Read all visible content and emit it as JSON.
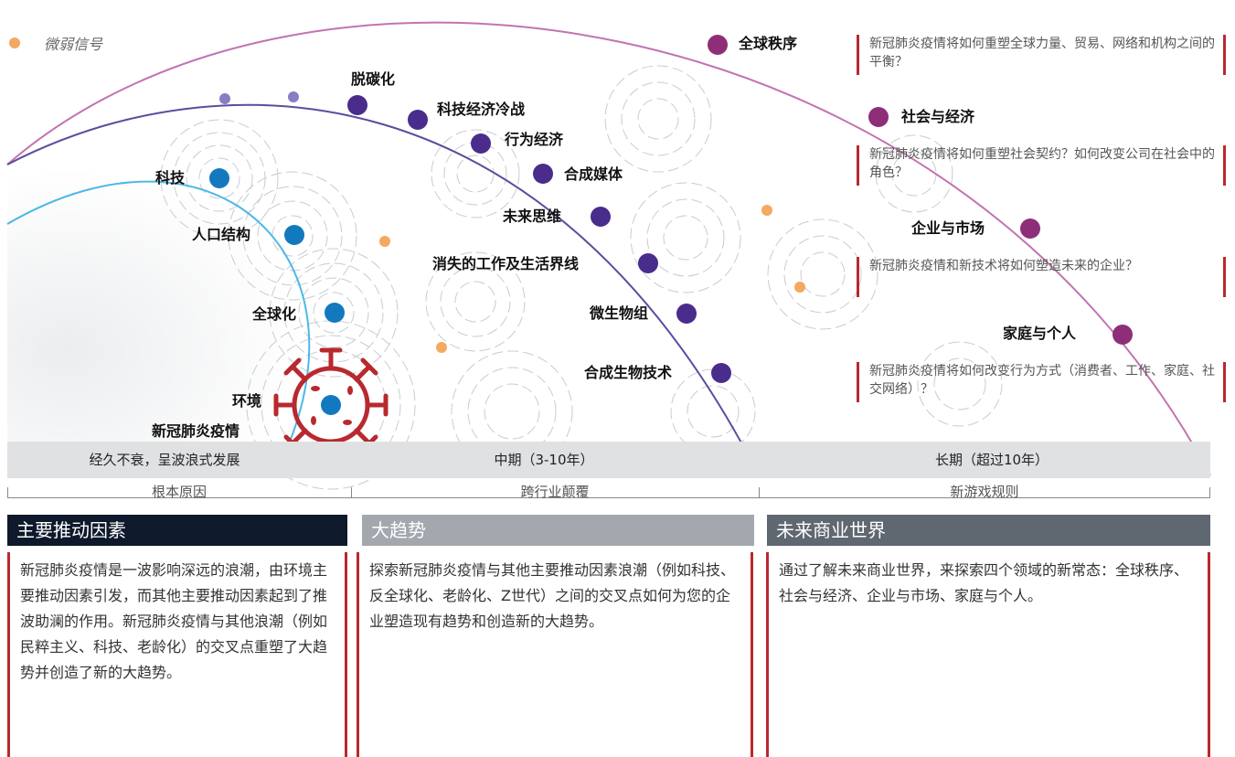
{
  "legend": {
    "weak_signal": "微弱信号"
  },
  "colors": {
    "driver": "#1279be",
    "megatrend": "#4a2c8c",
    "future": "#8e2e79",
    "signal": "#f5a860",
    "accent_red": "#b8292f",
    "virus": "#b8292f"
  },
  "drivers": {
    "tech": "科技",
    "demo": "人口结构",
    "glob": "全球化",
    "env": "环境",
    "covid": "新冠肺炎疫情"
  },
  "megatrends": {
    "decarb": "脱碳化",
    "techwar": "科技经济冷战",
    "behav": "行为经济",
    "synmedia": "合成媒体",
    "future_thinking": "未来思维",
    "vanishing": "消失的工作及生活界线",
    "microbiome": "微生物组",
    "synbio": "合成生物技术"
  },
  "future": {
    "order": {
      "label": "全球秩序",
      "question": "新冠肺炎疫情将如何重塑全球力量、贸易、网络和机构之间的平衡？"
    },
    "society": {
      "label": "社会与经济",
      "question": "新冠肺炎疫情将如何重塑社会契约？如何改变公司在社会中的角色？"
    },
    "market": {
      "label": "企业与市场",
      "question": "新冠肺炎疫情和新技术将如何塑造未来的企业？"
    },
    "family": {
      "label": "家庭与个人",
      "question": "新冠肺炎疫情将如何改变行为方式（消费者、工作、家庭、社交网络）？"
    }
  },
  "timeline": {
    "t1": "经久不衰，呈波浪式发展",
    "t2": "中期（3-10年）",
    "t3": "长期（超过10年）"
  },
  "categories": {
    "c1": "根本原因",
    "c2": "跨行业颠覆",
    "c3": "新游戏规则"
  },
  "sections": [
    {
      "title": "主要推动因素",
      "color": "#0e1a2b",
      "body": "新冠肺炎疫情是一波影响深远的浪潮，由环境主要推动因素引发，而其他主要推动因素起到了推波助澜的作用。新冠肺炎疫情与其他浪潮（例如民粹主义、科技、老龄化）的交叉点重塑了大趋势并创造了新的大趋势。"
    },
    {
      "title": "大趋势",
      "color": "#a2a8ae",
      "body": "探索新冠肺炎疫情与其他主要推动因素浪潮（例如科技、反全球化、老龄化、Z世代）之间的交叉点如何为您的企业塑造现有趋势和创造新的大趋势。"
    },
    {
      "title": "未来商业世界",
      "color": "#5f6770",
      "body": "通过了解未来商业世界，来探索四个领域的新常态：全球秩序、社会与经济、企业与市场、家庭与个人。"
    }
  ]
}
